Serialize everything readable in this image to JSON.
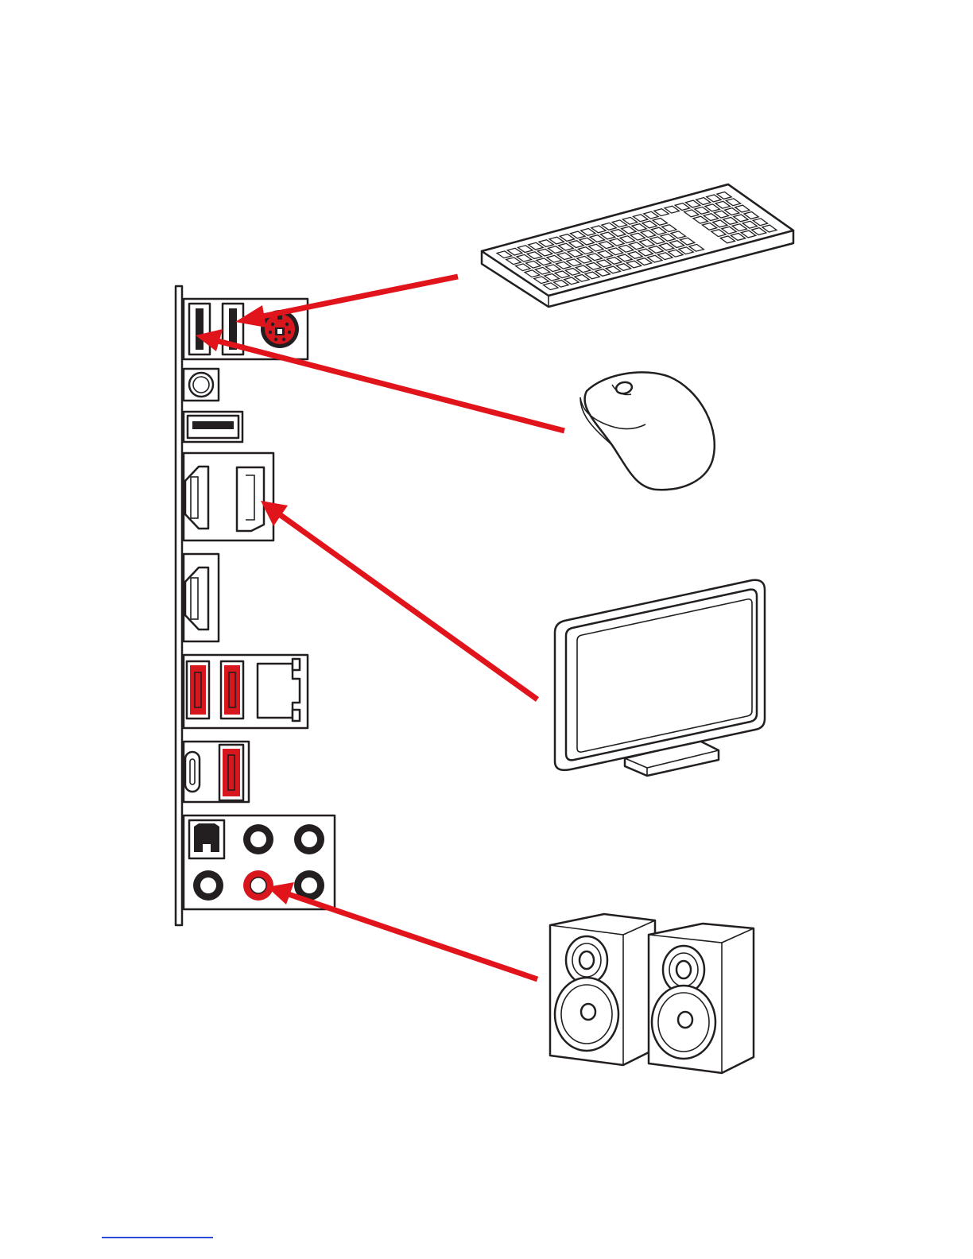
{
  "colors": {
    "arrow": "#e1141c",
    "port_red": "#d7161e",
    "outline": "#231f20",
    "background": "#ffffff",
    "footer_rule": "#2a4bd7"
  },
  "io_panel": {
    "ports": [
      "usb-2-port",
      "usb-2-port",
      "ps2-combo-port",
      "bios-flashback-button",
      "usb-2-port",
      "hdmi-port",
      "displayport-port",
      "hdmi-port",
      "usb-3-port",
      "usb-3-port",
      "lan-port",
      "usb-type-c-port",
      "usb-3-port",
      "optical-spdif-port",
      "audio-jack",
      "audio-jack",
      "audio-jack",
      "line-out-audio-jack",
      "audio-jack"
    ]
  },
  "peripherals": [
    {
      "name": "keyboard",
      "icon": "keyboard-icon",
      "connects_to": "usb-2-port"
    },
    {
      "name": "mouse",
      "icon": "mouse-icon",
      "connects_to": "usb-2-port"
    },
    {
      "name": "monitor",
      "icon": "monitor-icon",
      "connects_to": "displayport-port"
    },
    {
      "name": "speakers",
      "icon": "speakers-icon",
      "connects_to": "line-out-audio-jack"
    }
  ]
}
